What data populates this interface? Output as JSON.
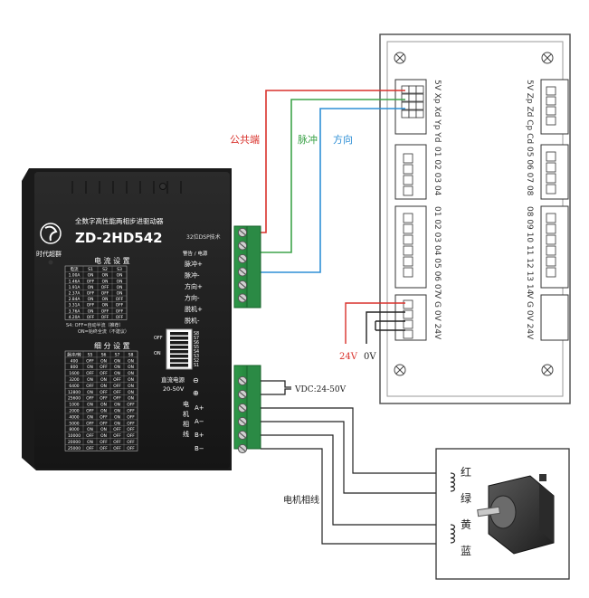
{
  "driver": {
    "brand": "时代超群",
    "subtitle": "全数字高性能两相步进驱动器",
    "model": "ZD-2HD542",
    "dsp_note": "32位DSP技术",
    "alarm_header": "警告 / 电源",
    "signal_terminals": [
      "脉冲+",
      "脉冲-",
      "方向+",
      "方向-",
      "脱机+",
      "脱机-"
    ],
    "current_title": "电 流 设 置",
    "current_headers": [
      "电流",
      "S1",
      "S2",
      "S3"
    ],
    "current_rows": [
      [
        "1.00A",
        "ON",
        "ON",
        "ON"
      ],
      [
        "1.46A",
        "OFF",
        "ON",
        "ON"
      ],
      [
        "1.91A",
        "ON",
        "OFF",
        "ON"
      ],
      [
        "2.37A",
        "OFF",
        "OFF",
        "ON"
      ],
      [
        "2.84A",
        "ON",
        "ON",
        "OFF"
      ],
      [
        "3.31A",
        "OFF",
        "ON",
        "OFF"
      ],
      [
        "3.76A",
        "ON",
        "OFF",
        "OFF"
      ],
      [
        "4.20A",
        "OFF",
        "OFF",
        "OFF"
      ]
    ],
    "s4_note_1": "S4: OFF=自动半流（推荐）",
    "s4_note_2": "ON=始终全流（不建议）",
    "dip_off": "OFF",
    "dip_on": "ON",
    "dip_labels": [
      "S8",
      "S7",
      "S6",
      "S5",
      "S4",
      "S3",
      "S2",
      "S1"
    ],
    "micro_title": "细 分 设 置",
    "micro_headers": [
      "脉冲/转",
      "S5",
      "S6",
      "S7",
      "S8"
    ],
    "micro_rows": [
      [
        "400",
        "OFF",
        "ON",
        "ON",
        "ON"
      ],
      [
        "800",
        "ON",
        "OFF",
        "ON",
        "ON"
      ],
      [
        "1600",
        "OFF",
        "OFF",
        "ON",
        "ON"
      ],
      [
        "3200",
        "ON",
        "ON",
        "OFF",
        "ON"
      ],
      [
        "6400",
        "OFF",
        "ON",
        "OFF",
        "ON"
      ],
      [
        "12800",
        "ON",
        "OFF",
        "OFF",
        "ON"
      ],
      [
        "25600",
        "OFF",
        "OFF",
        "OFF",
        "ON"
      ],
      [
        "1000",
        "ON",
        "ON",
        "ON",
        "OFF"
      ],
      [
        "2000",
        "OFF",
        "ON",
        "ON",
        "OFF"
      ],
      [
        "4000",
        "ON",
        "OFF",
        "ON",
        "OFF"
      ],
      [
        "5000",
        "OFF",
        "OFF",
        "ON",
        "OFF"
      ],
      [
        "8000",
        "ON",
        "ON",
        "OFF",
        "OFF"
      ],
      [
        "10000",
        "OFF",
        "ON",
        "OFF",
        "OFF"
      ],
      [
        "20000",
        "ON",
        "OFF",
        "OFF",
        "OFF"
      ],
      [
        "25000",
        "OFF",
        "OFF",
        "OFF",
        "OFF"
      ]
    ],
    "power_label_1": "直流电源",
    "power_label_2": "20-50V",
    "power_minus": "⊖",
    "power_plus": "⊕",
    "motor_label_chars": [
      "电",
      "机",
      "相",
      "线"
    ],
    "motor_terminals": [
      "A+",
      "A−",
      "B+",
      "B−"
    ]
  },
  "wire_labels": {
    "common": "公共端",
    "pulse": "脉冲",
    "direction": "方向",
    "vdc": "VDC:24-50V",
    "v24": "24V",
    "v0": "0V",
    "motor_lines": "电机相线"
  },
  "wire_colors": {
    "common": "#d9312b",
    "pulse": "#3ea34a",
    "direction": "#2e8fd6",
    "power": "#222222"
  },
  "controller": {
    "left_connector_labels": [
      "5V Xp Xd Yp Yd",
      "01 02 03 04",
      "01 02 03 04 05 06 07",
      "V  G  0V 24V"
    ],
    "right_connector_labels": [
      "5V Zp Zd Cp Cd",
      "05 06 07 08",
      "08 09 10 11 12 13 14",
      "V  G  0V 24V"
    ]
  },
  "motor": {
    "wire_colors_text": [
      "红",
      "绿",
      "黄",
      "蓝"
    ]
  }
}
